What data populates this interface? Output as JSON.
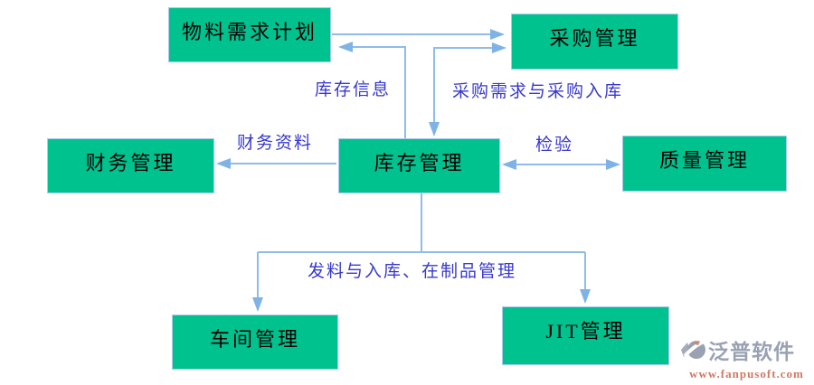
{
  "diagram": {
    "nodes": {
      "mrp": {
        "label": "物料需求计划"
      },
      "purchase": {
        "label": "采购管理"
      },
      "finance": {
        "label": "财务管理"
      },
      "inventory": {
        "label": "库存管理"
      },
      "quality": {
        "label": "质量管理"
      },
      "workshop": {
        "label": "车间管理"
      },
      "jit": {
        "label": "JIT管理"
      }
    },
    "edge_labels": {
      "inventory_info": "库存信息",
      "purchase_demand": "采购需求与采购入库",
      "finance_data": "财务资料",
      "inspection": "检验",
      "issue_and_receipt": "发料与入库、在制品管理"
    },
    "colors": {
      "node_fill": "#00C28E",
      "node_border": "#A9CBEE",
      "node_text": "#000000",
      "arrow": "#8FBCE9",
      "label_text": "#3838CE"
    }
  },
  "watermark": {
    "brand": "泛普软件",
    "url": "www.fanpusoft.com",
    "brand_color": "#99A1B3",
    "url_color": "#CC7A66",
    "logo_icon": "fanpu-logo-icon"
  }
}
